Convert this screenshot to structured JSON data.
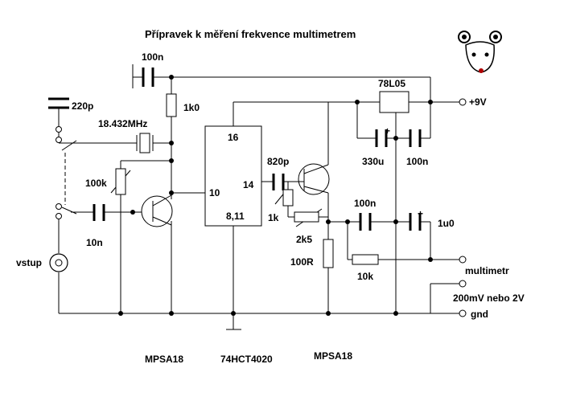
{
  "title": "Přípravek k měření frekvence  multimetrem",
  "components": {
    "c_top": "100n",
    "r_collector": "1k0",
    "c_input": "220p",
    "crystal": "18.432MHz",
    "r_bias": "100k",
    "c_coupling": "10n",
    "input_label": "vstup",
    "ic_pin_16": "16",
    "ic_pin_10": "10",
    "ic_pin_14": "14",
    "ic_pin_8_11": "8,11",
    "c_820": "820p",
    "pot_1k": "1k",
    "pot_2k5": "2k5",
    "r_100r": "100R",
    "regulator": "78L05",
    "c_330u": "330u",
    "c_reg_out": "100n",
    "c_100n_mid": "100n",
    "c_1u0": "1u0",
    "r_10k": "10k",
    "plus_sign_1": "+",
    "plus_sign_2": "+"
  },
  "terminals": {
    "supply": "+9V",
    "multimeter": "multimetr",
    "range": "200mV nebo 2V",
    "ground": "gnd"
  },
  "parts": {
    "transistor_1": "MPSA18",
    "counter_ic": "74HCT4020",
    "transistor_2": "MPSA18"
  }
}
